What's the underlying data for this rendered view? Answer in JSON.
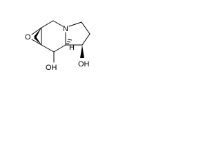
{
  "molecule": {
    "atom_labels": {
      "oxygen_epoxide": "O",
      "nitrogen": "N",
      "hydroxyl_left": "OH",
      "hydroxyl_right": "OH",
      "hydrogen_bridgehead": "H"
    },
    "colors": {
      "bond": "#000000",
      "text": "#000000",
      "background": "#ffffff"
    }
  }
}
